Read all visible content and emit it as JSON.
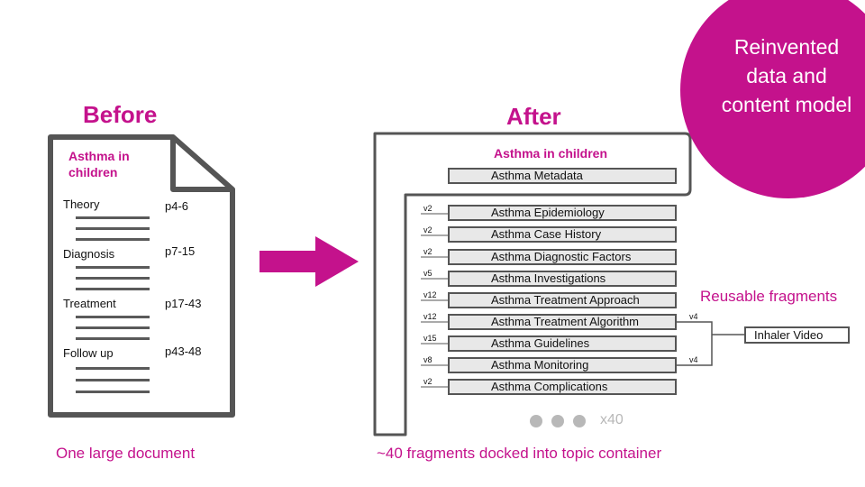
{
  "before": {
    "heading": "Before",
    "doc_title": "Asthma in children",
    "sections": [
      {
        "label": "Theory",
        "pages": "p4-6"
      },
      {
        "label": "Diagnosis",
        "pages": "p7-15"
      },
      {
        "label": "Treatment",
        "pages": "p17-43"
      },
      {
        "label": "Follow up",
        "pages": "p43-48"
      }
    ],
    "caption": "One large document"
  },
  "after": {
    "heading": "After",
    "container_title": "Asthma in children",
    "metadata_label": "Asthma Metadata",
    "fragments": [
      {
        "version": "v2",
        "label": "Asthma Epidemiology"
      },
      {
        "version": "v2",
        "label": "Asthma Case History"
      },
      {
        "version": "v2",
        "label": "Asthma Diagnostic Factors"
      },
      {
        "version": "v5",
        "label": "Asthma Investigations"
      },
      {
        "version": "v12",
        "label": "Asthma Treatment Approach"
      },
      {
        "version": "v12",
        "label": "Asthma Treatment Algorithm"
      },
      {
        "version": "v15",
        "label": "Asthma Guidelines"
      },
      {
        "version": "v8",
        "label": "Asthma Monitoring"
      },
      {
        "version": "v2",
        "label": "Asthma Complications"
      }
    ],
    "more_count": "x40",
    "caption": "~40 fragments docked into topic container"
  },
  "reusable": {
    "label": "Reusable fragments",
    "link_versions": [
      "v4",
      "v4"
    ],
    "target": "Inhaler Video"
  },
  "callout": {
    "text": "Reinvented data and content model"
  },
  "colors": {
    "accent": "#c4128c",
    "box_fill": "#e8e8e8",
    "outline": "#555555"
  }
}
